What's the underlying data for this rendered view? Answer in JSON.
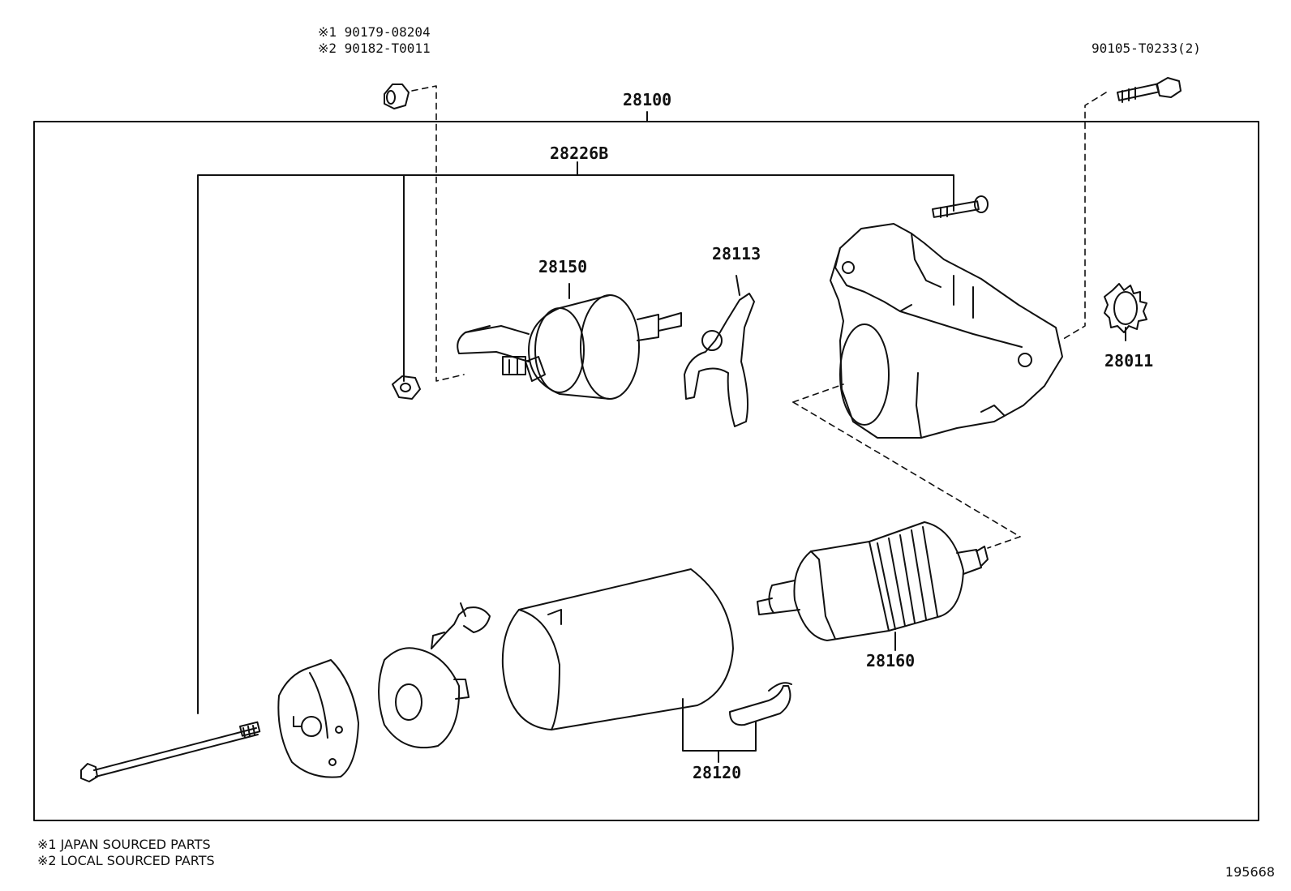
{
  "diagram": {
    "figure_number": "195668",
    "callouts": {
      "assembly": "28100",
      "set_kit": "28226B",
      "solenoid": "28150",
      "lever": "28113",
      "pinion_gear": "28011",
      "armature": "28160",
      "yoke": "28120"
    },
    "hardware": {
      "nut_line_1": "※1 90179-08204",
      "nut_line_2": "※2 90182-T0011",
      "bolt": "90105-T0233(2)"
    },
    "notes": [
      "※1  JAPAN SOURCED PARTS",
      "※2  LOCAL SOURCED PARTS"
    ]
  }
}
